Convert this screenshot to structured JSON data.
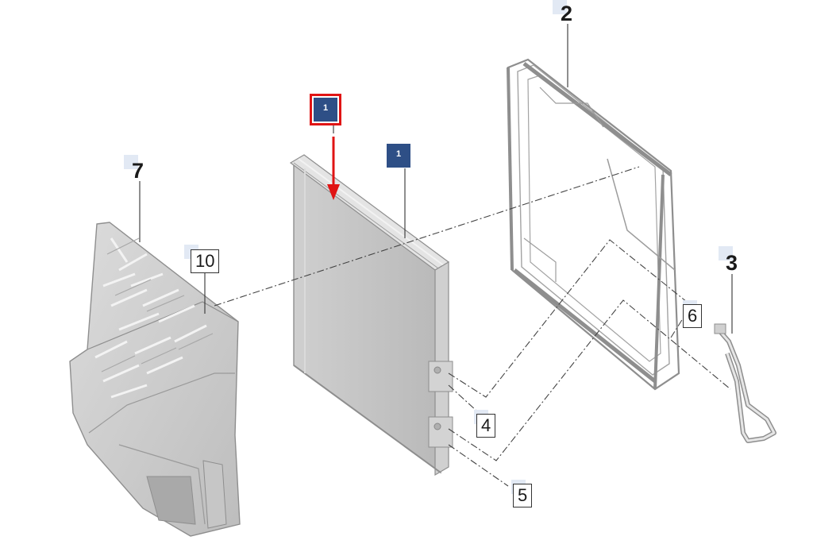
{
  "callouts": {
    "c2": "2",
    "c3": "3",
    "c4": "4",
    "c5": "5",
    "c6": "6",
    "c7": "7",
    "c10": "10"
  },
  "badges": {
    "b1_highlight": "1",
    "b1_plain": "1"
  },
  "colors": {
    "badge": "#2e4f86",
    "highlight": "#e01414",
    "tag": "#e2e9f4"
  }
}
